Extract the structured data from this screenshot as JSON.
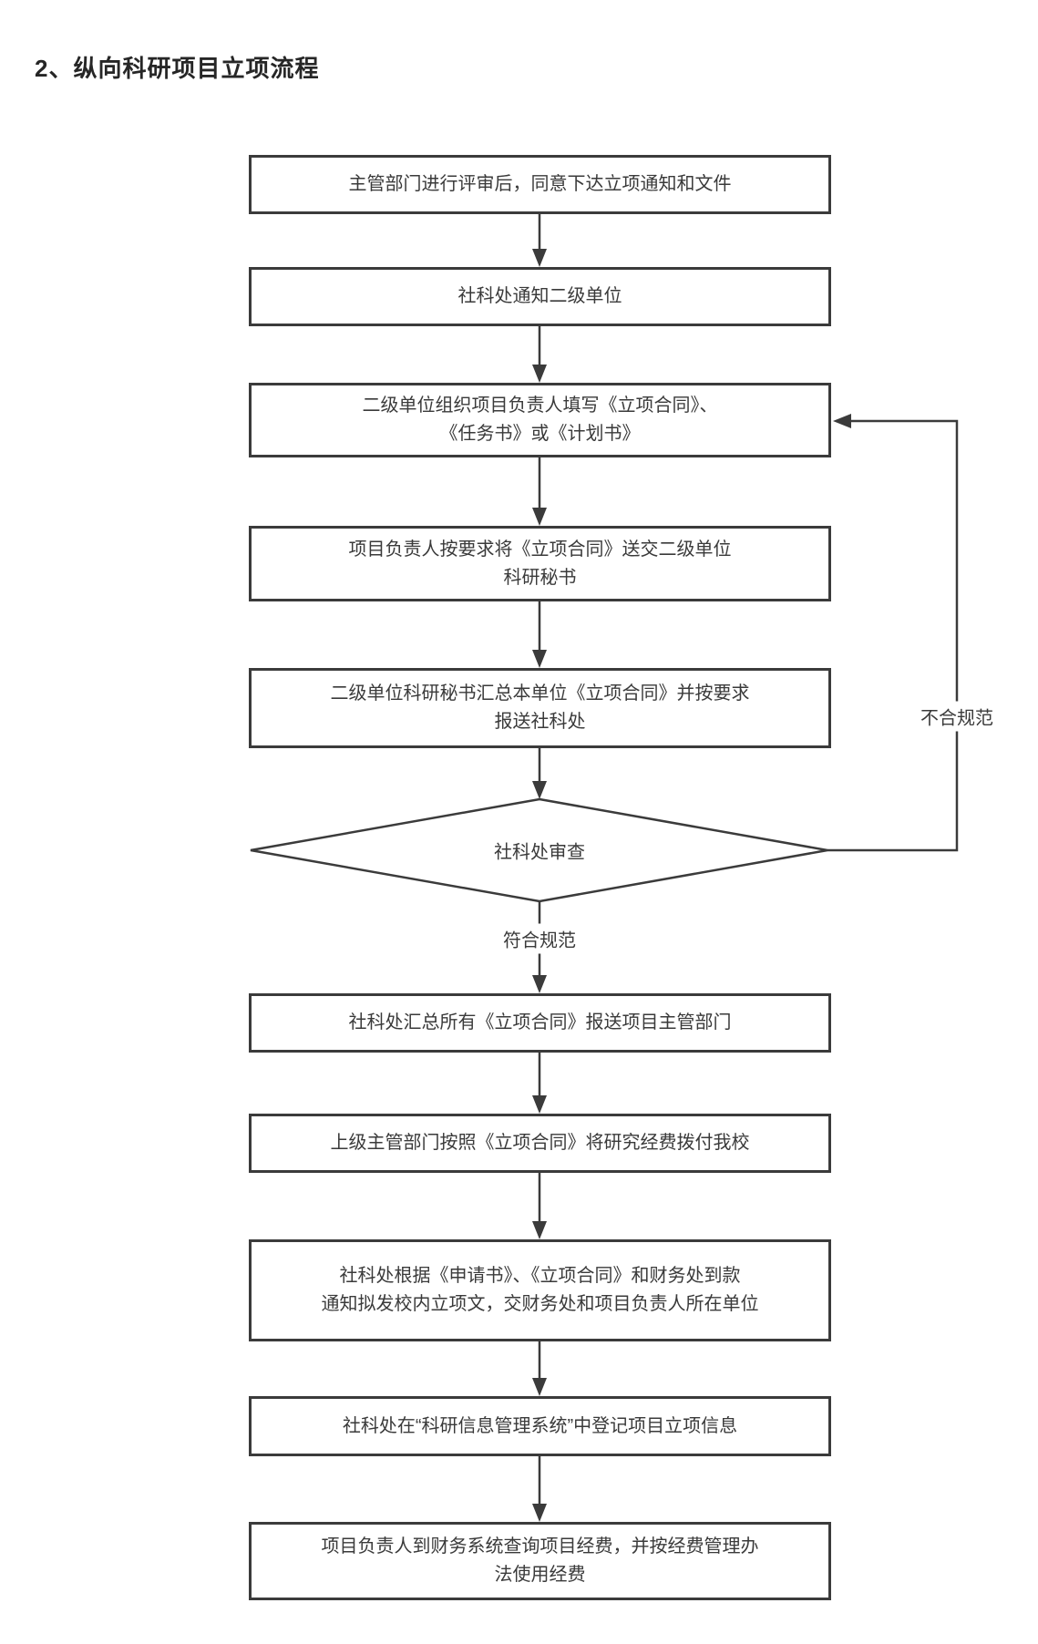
{
  "title": "2、纵向科研项目立项流程",
  "flowchart": {
    "nodes": [
      {
        "id": "start",
        "type": "process",
        "text": "主管部门进行评审后，同意下达立项通知和文件"
      },
      {
        "id": "notify",
        "type": "process",
        "text": "社科处通知二级单位"
      },
      {
        "id": "fill-forms",
        "type": "process",
        "text": "二级单位组织项目负责人填写《立项合同》、\n《任务书》或《计划书》"
      },
      {
        "id": "submit",
        "type": "process",
        "text": "项目负责人按要求将《立项合同》送交二级单位\n科研秘书"
      },
      {
        "id": "collect",
        "type": "process",
        "text": "二级单位科研秘书汇总本单位《立项合同》并按要求\n报送社科处"
      },
      {
        "id": "review",
        "type": "decision",
        "text": "社科处审查"
      },
      {
        "id": "report",
        "type": "process",
        "text": "社科处汇总所有《立项合同》报送项目主管部门"
      },
      {
        "id": "funding",
        "type": "process",
        "text": "上级主管部门按照《立项合同》将研究经费拨付我校"
      },
      {
        "id": "issue-doc",
        "type": "process",
        "text": "社科处根据《申请书》、《立项合同》和财务处到款\n通知拟发校内立项文，交财务处和项目负责人所在单位"
      },
      {
        "id": "register",
        "type": "process",
        "text": "社科处在“科研信息管理系统”中登记项目立项信息"
      },
      {
        "id": "use-funds",
        "type": "process",
        "text": "项目负责人到财务系统查询项目经费，并按经费管理办\n法使用经费"
      }
    ],
    "edge_labels": {
      "pass": "符合规范",
      "fail": "不合规范"
    }
  },
  "colors": {
    "line": "#3b3b3b",
    "text": "#3a3a3a",
    "title": "#262626",
    "background": "#ffffff"
  }
}
